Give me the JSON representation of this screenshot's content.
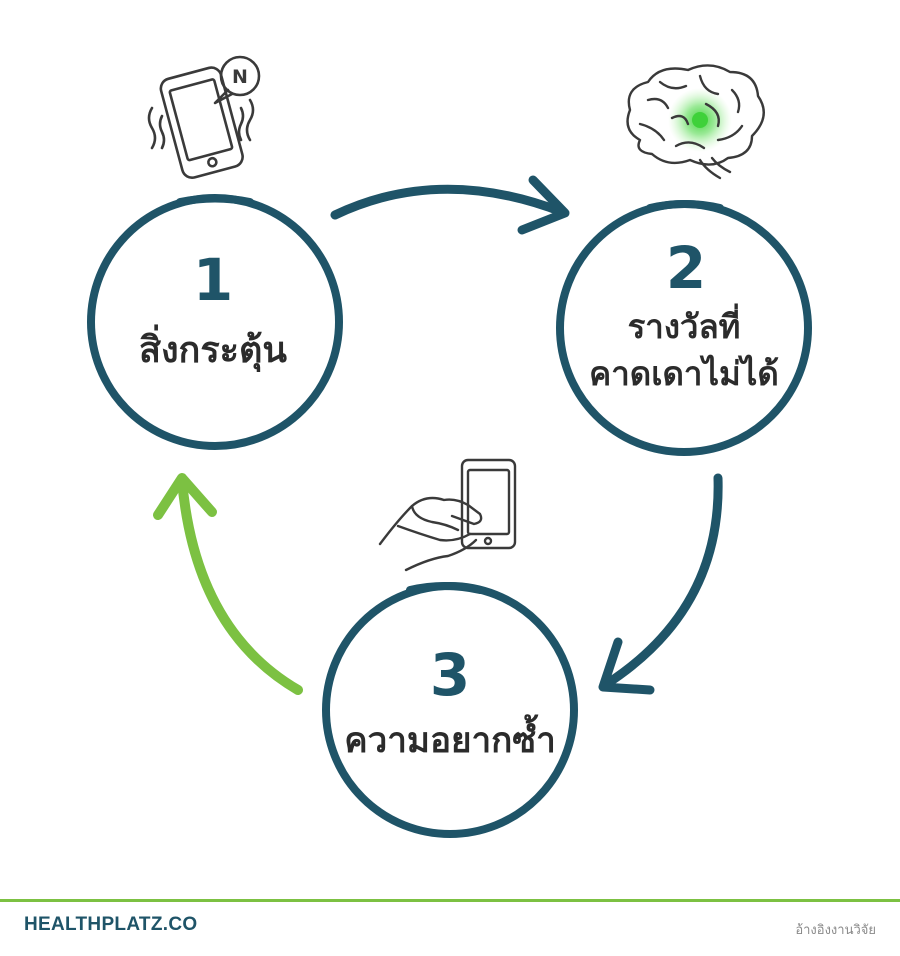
{
  "colors": {
    "circle": "#1f5468",
    "arrow": "#1f5468",
    "return_arrow": "#7cc142",
    "accent_line": "#7cc142",
    "brand": "#1f5468",
    "sketch": "#3a3a3a",
    "glow": "#3ed13a"
  },
  "steps": [
    {
      "number": "1",
      "label_lines": [
        "สิ่งกระตุ้น"
      ],
      "icon": "phone-notification-icon",
      "badge": "N"
    },
    {
      "number": "2",
      "label_lines": [
        "รางวัลที่",
        "คาดเดาไม่ได้"
      ],
      "icon": "brain-icon"
    },
    {
      "number": "3",
      "label_lines": [
        "ความอยากซ้ำ"
      ],
      "icon": "hand-tap-phone-icon"
    }
  ],
  "footer": {
    "brand": "HEALTHPLATZ.CO",
    "reference": "อ้างอิงงานวิจัย"
  }
}
